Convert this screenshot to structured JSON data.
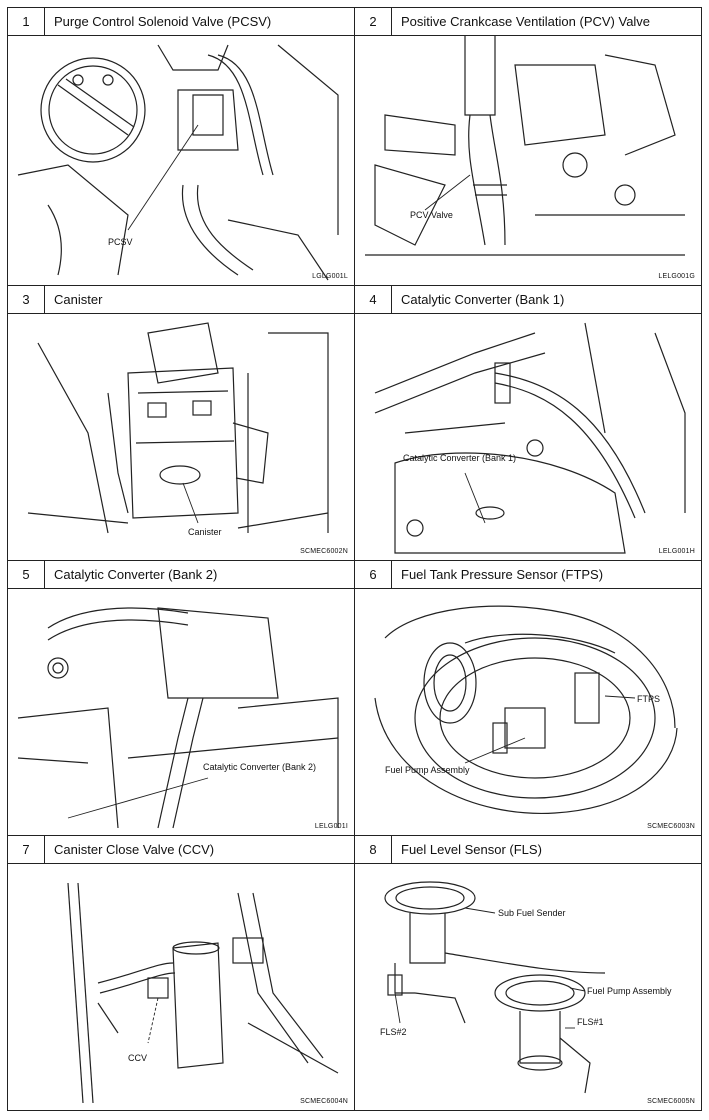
{
  "cells": [
    {
      "number": "1",
      "title": "Purge Control Solenoid Valve (PCSV)",
      "code": "LGLG001L",
      "labels": [
        "PCSV"
      ]
    },
    {
      "number": "2",
      "title": "Positive Crankcase Ventilation (PCV) Valve",
      "code": "LELG001G",
      "labels": [
        "PCV Valve"
      ]
    },
    {
      "number": "3",
      "title": "Canister",
      "code": "SCMEC6002N",
      "labels": [
        "Canister"
      ]
    },
    {
      "number": "4",
      "title": "Catalytic Converter (Bank 1)",
      "code": "LELG001H",
      "labels": [
        "Catalytic Converter (Bank 1)"
      ]
    },
    {
      "number": "5",
      "title": "Catalytic Converter (Bank 2)",
      "code": "LELG001I",
      "labels": [
        "Catalytic Converter (Bank 2)"
      ]
    },
    {
      "number": "6",
      "title": "Fuel Tank Pressure Sensor (FTPS)",
      "code": "SCMEC6003N",
      "labels": [
        "FTPS",
        "Fuel Pump Assembly"
      ]
    },
    {
      "number": "7",
      "title": "Canister Close Valve (CCV)",
      "code": "SCMEC6004N",
      "labels": [
        "CCV"
      ]
    },
    {
      "number": "8",
      "title": "Fuel Level Sensor (FLS)",
      "code": "SCMEC6005N",
      "labels": [
        "Sub Fuel Sender",
        "Fuel Pump Assembly",
        "FLS#2",
        "FLS#1"
      ]
    }
  ]
}
